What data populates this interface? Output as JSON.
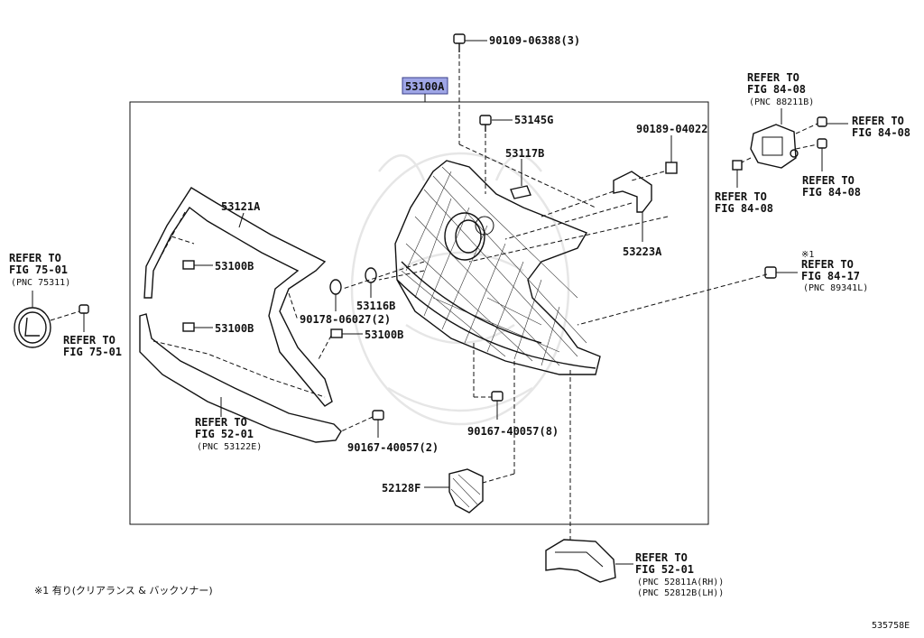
{
  "labels": {
    "bolt_top": "90109-06388(3)",
    "main_assembly": "53100A",
    "clip_53145g": "53145G",
    "bracket_53117b": "53117B",
    "nut_90189": "90189-04022",
    "bracket_53223a": "53223A",
    "upper_garnish_53121a": "53121A",
    "clip_53100b_1": "53100B",
    "clip_53100b_2": "53100B",
    "clip_53100b_3": "53100B",
    "retainer_53116b": "53116B",
    "clip_90178": "90178-06027(2)",
    "clip_90167_left": "90167-40057(2)",
    "clip_90167_center": "90167-40057(8)",
    "part_52128f": "52128F",
    "drawing_number": "535758E",
    "footnote": "※1 有り(クリアランス & バックソナー)"
  },
  "refs": {
    "fig_84_08_top": {
      "line1": "REFER TO",
      "line2": "FIG 84-08",
      "line3": "(PNC 88211B)"
    },
    "fig_84_08_right": {
      "line1": "REFER TO",
      "line2": "FIG 84-08"
    },
    "fig_84_08_lower_right": {
      "line1": "REFER TO",
      "line2": "FIG 84-08"
    },
    "fig_84_08_left": {
      "line1": "REFER TO",
      "line2": "FIG 84-08"
    },
    "fig_84_17": {
      "mark": "※1",
      "line1": "REFER TO",
      "line2": "FIG 84-17",
      "line3": "(PNC 89341L)"
    },
    "fig_75_01_top": {
      "line1": "REFER TO",
      "line2": "FIG 75-01",
      "line3": "(PNC 75311)"
    },
    "fig_75_01_bottom": {
      "line1": "REFER TO",
      "line2": "FIG 75-01"
    },
    "fig_52_01_left": {
      "line1": "REFER TO",
      "line2": "FIG 52-01",
      "line3": "(PNC 53122E)"
    },
    "fig_52_01_bottom": {
      "line1": "REFER TO",
      "line2": "FIG 52-01",
      "line3": "(PNC 52811A(RH))",
      "line4": "(PNC 52812B(LH))"
    }
  },
  "colors": {
    "highlight": "#9fa6e6",
    "ink": "#111111"
  }
}
